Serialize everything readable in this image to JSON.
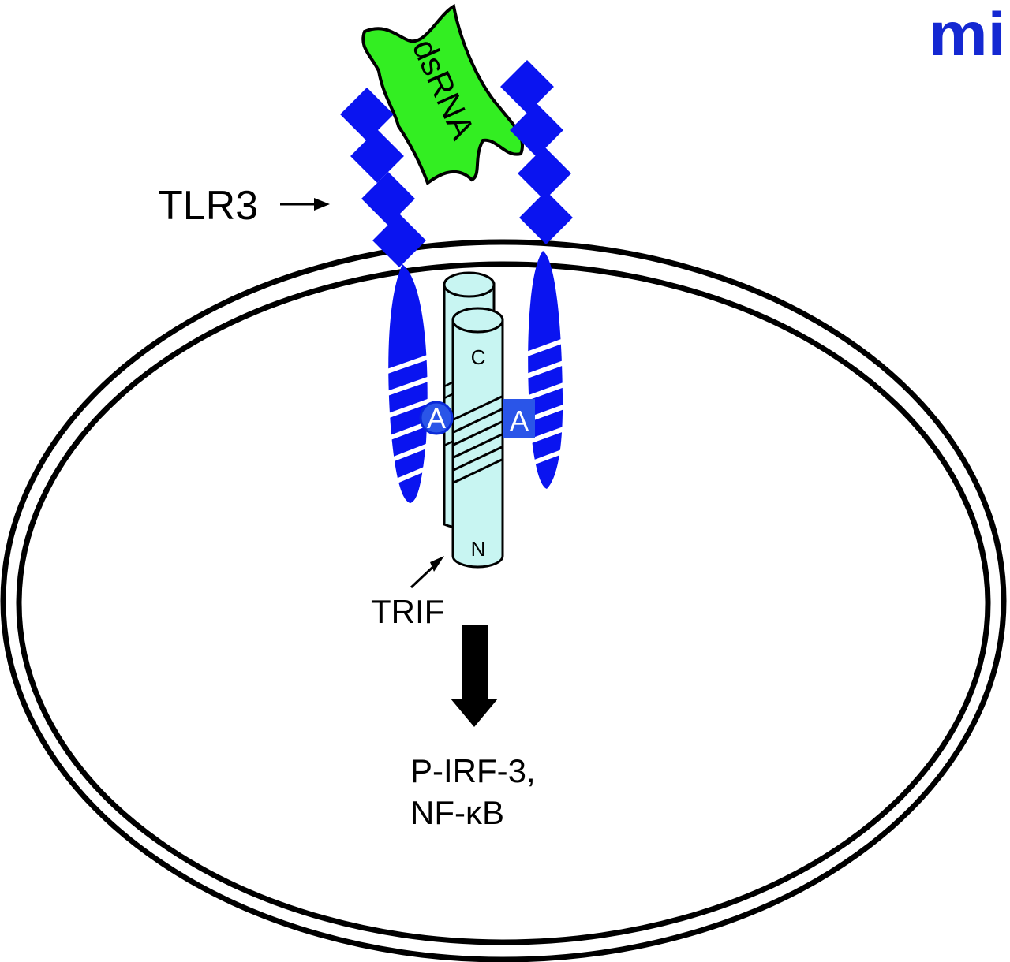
{
  "diagram": {
    "logo_text": "mi",
    "ligand_label": "dsRNA",
    "receptor_label": "TLR3",
    "adaptor_label": "TRIF",
    "helix_c_label": "C",
    "helix_n_label": "N",
    "domain_a_left_label": "A",
    "domain_a_right_label": "A",
    "output_line1": "P-IRF-3,",
    "output_line2": "NF-κB"
  },
  "colors": {
    "receptor_blue": "#0a14f0",
    "logo_blue": "#1428d2",
    "ligand_green": "#33ee22",
    "helix_cyan": "#c8f5f2",
    "domain_a_blue": "#2a55e8",
    "membrane": "#000000"
  }
}
